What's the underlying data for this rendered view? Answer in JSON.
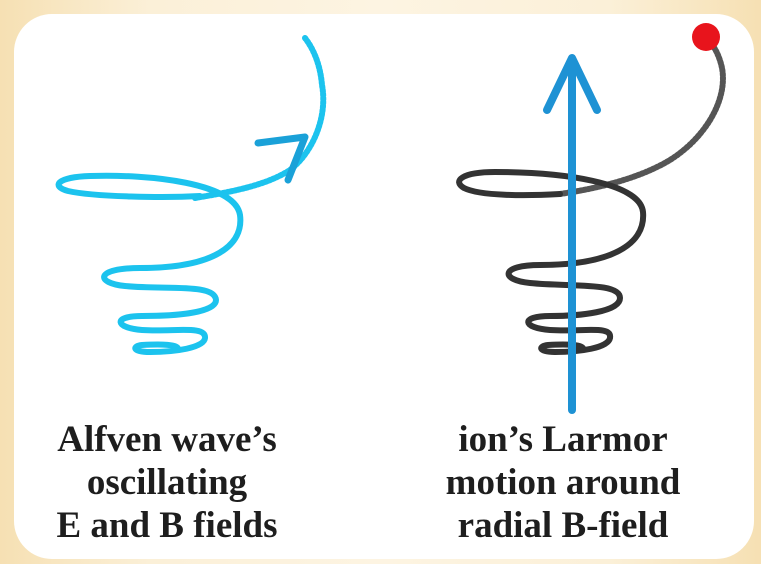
{
  "captions": {
    "left": [
      "Alfven wave’s",
      "oscillating",
      "E and B fields"
    ],
    "right": [
      "ion’s Larmor",
      "motion around",
      "radial B-field"
    ]
  },
  "colors": {
    "wave_helix": "#1cc3ee",
    "wave_arrow": "#1aa1d8",
    "ion_path": "#333333",
    "field_arrow": "#1e92d4",
    "ion_marker": "#e8141c",
    "background": "#fdf4e2",
    "card": "#ffffff"
  },
  "icons": [
    "wave-helix-icon",
    "wave-arrowhead-icon",
    "field-arrow-icon",
    "ion-trajectory-icon",
    "ion-marker-icon"
  ]
}
